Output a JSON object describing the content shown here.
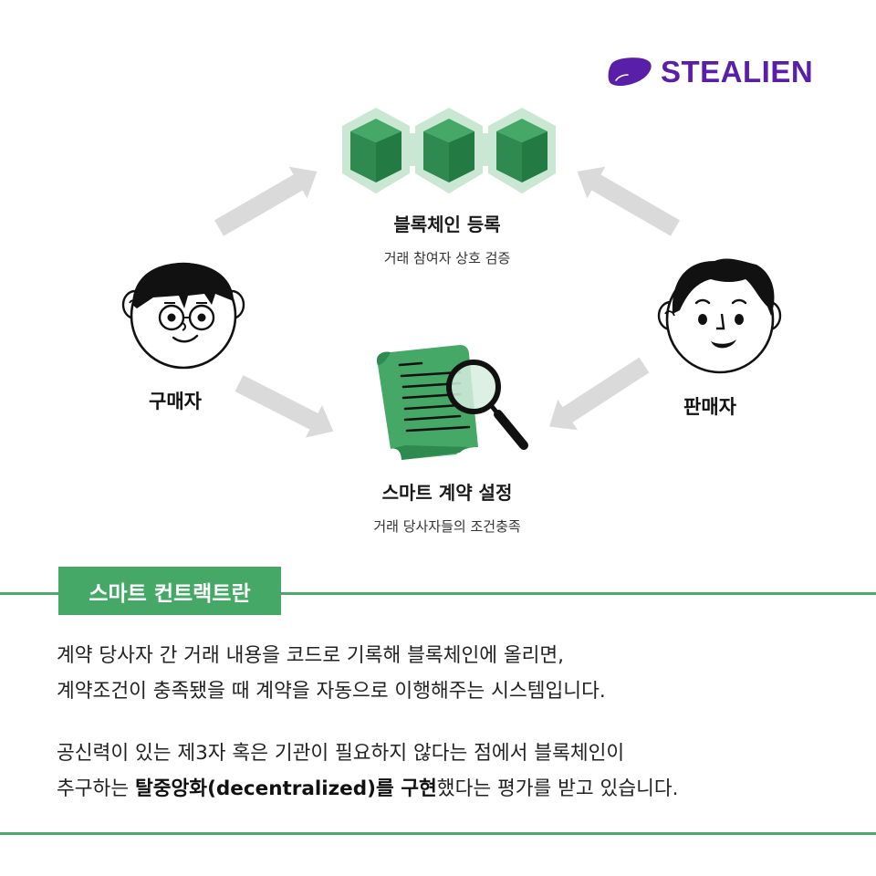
{
  "brand": {
    "logo_text": "STEALIEN",
    "logo_color": "#5a1fa8"
  },
  "diagram": {
    "blockchain": {
      "icon": "blockchain-cubes-icon",
      "title": "블록체인 등록",
      "subtitle": "거래 참여자 상호 검증"
    },
    "buyer": {
      "icon": "buyer-avatar-icon",
      "label": "구매자"
    },
    "seller": {
      "icon": "seller-avatar-icon",
      "label": "판매자"
    },
    "smart_contract": {
      "icon": "contract-magnifier-icon",
      "title": "스마트 계약 설정",
      "subtitle": "거래 당사자들의 조건충족"
    },
    "arrows": [
      {
        "from": "buyer",
        "to": "blockchain"
      },
      {
        "from": "seller",
        "to": "blockchain"
      },
      {
        "from": "buyer",
        "to": "smart_contract"
      },
      {
        "from": "seller",
        "to": "smart_contract"
      }
    ],
    "colors": {
      "green_dark": "#237a43",
      "green_mid": "#2f8a50",
      "green_light": "#45a867",
      "hex_bg": "#c9e7d2",
      "arrow": "#dadada"
    }
  },
  "section": {
    "tag_label": "스마트 컨트랙트란",
    "accent_color": "#45a867",
    "paragraph1": {
      "line1": "계약 당사자 간 거래 내용을 코드로 기록해 블록체인에 올리면,",
      "line2": "계약조건이 충족됐을 때 계약을 자동으로 이행해주는 시스템입니다."
    },
    "paragraph2": {
      "line1": "공신력이 있는 제3자 혹은 기관이 필요하지 않다는 점에서 블록체인이",
      "line2_prefix": "추구하는 ",
      "line2_bold1": "탈중앙화(decentralized)를 구현",
      "line2_suffix": "했다는 평가를 받고 있습니다."
    }
  }
}
